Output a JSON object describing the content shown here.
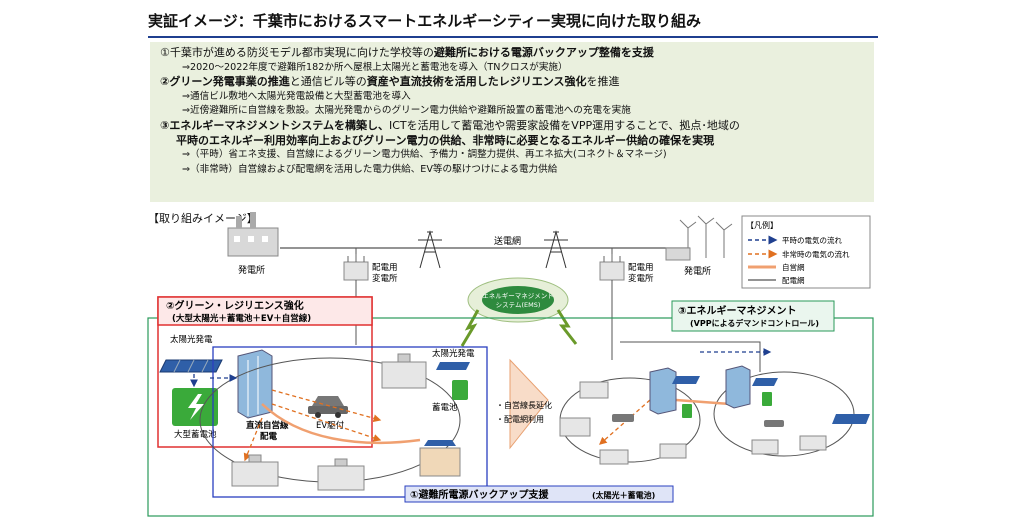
{
  "title": "実証イメージ：千葉市におけるスマートエネルギーシティー実現に向けた取り組み",
  "summary": {
    "item1": {
      "pre": "①千葉市が進める防災モデル都市実現に向けた学校等の",
      "bold": "避難所における電源バックアップ整備を支援"
    },
    "item1_sub": "⇒2020～2022年度で避難所182か所へ屋根上太陽光と蓄電池を導入（TNクロスが実施）",
    "item2": {
      "b1": "②グリーン発電事業の推進",
      "mid": "と通信ビル等の",
      "b2": "資産や直流技術を活用したレジリエンス強化",
      "post": "を推進"
    },
    "item2_sub1": "⇒通信ビル敷地へ太陽光発電設備と大型蓄電池を導入",
    "item2_sub2": "⇒近傍避難所に自営線を敷設。太陽光発電からのグリーン電力供給や避難所設置の蓄電池への充電を実施",
    "item3_line1": {
      "bold": "③エネルギーマネジメントシステムを構築し、",
      "post": "ICTを活用して蓄電池や需要家設備をVPP運用することで、拠点･地域の"
    },
    "item3_line2": "平時のエネルギー利用効率向上およびグリーン電力の供給、非常時に必要となるエネルギー供給の確保を実現",
    "item3_sub1": "⇒（平時）省エネ支援、自営線によるグリーン電力供給、予備力・調整力提供、再エネ拡大(コネクト＆マネージ)",
    "item3_sub2": "⇒（非常時）自営線および配電網を活用した電力供給、EV等の駆けつけによる電力供給"
  },
  "diagram": {
    "section_label": "【取り組みイメージ】",
    "plant_left": "発電所",
    "plant_right": "発電所",
    "grid": "送電網",
    "substation_left": [
      "配電用",
      "変電所"
    ],
    "substation_right": [
      "配電用",
      "変電所"
    ],
    "ems": [
      "エネルギーマネジメント",
      "システム(EMS)"
    ],
    "box2_title": "②グリーン・レジリエンス強化",
    "box2_subtitle": "(大型太陽光＋蓄電池＋EV＋自営線)",
    "solar_label": "太陽光発電",
    "battery_large": "大型蓄電池",
    "dc_line": [
      "直流自営線",
      "配電"
    ],
    "ev": "EV駆付",
    "solar_right": "太陽光発電",
    "battery_small": "蓄電池",
    "box1_label": "①避難所電源バックアップ支援",
    "box1_small": "(太陽光＋蓄電池)",
    "box3_title": "③エネルギーマネジメント",
    "box3_subtitle": "(VPPによるデマンドコントロール)",
    "arrow_notes": [
      "・自営線長延化",
      "・配電網利用"
    ],
    "legend": {
      "title": "【凡例】",
      "normal": "平時の電気の流れ",
      "emergency": "非常時の電気の流れ",
      "private_line": "自営網",
      "distribution": "配電網"
    }
  },
  "colors": {
    "title_rule": "#1f3f8f",
    "summary_bg": "#eaf0de",
    "normal_flow": "#1f3f8f",
    "emergency_flow": "#e07020",
    "private_line": "#f0a070",
    "distribution": "#555555",
    "box2_border": "#e03030",
    "box1_border": "#2a3fbf",
    "box3_border": "#2a9a5a",
    "ems_fill": "#2e8a3e",
    "battery_green": "#3aaa3a"
  }
}
